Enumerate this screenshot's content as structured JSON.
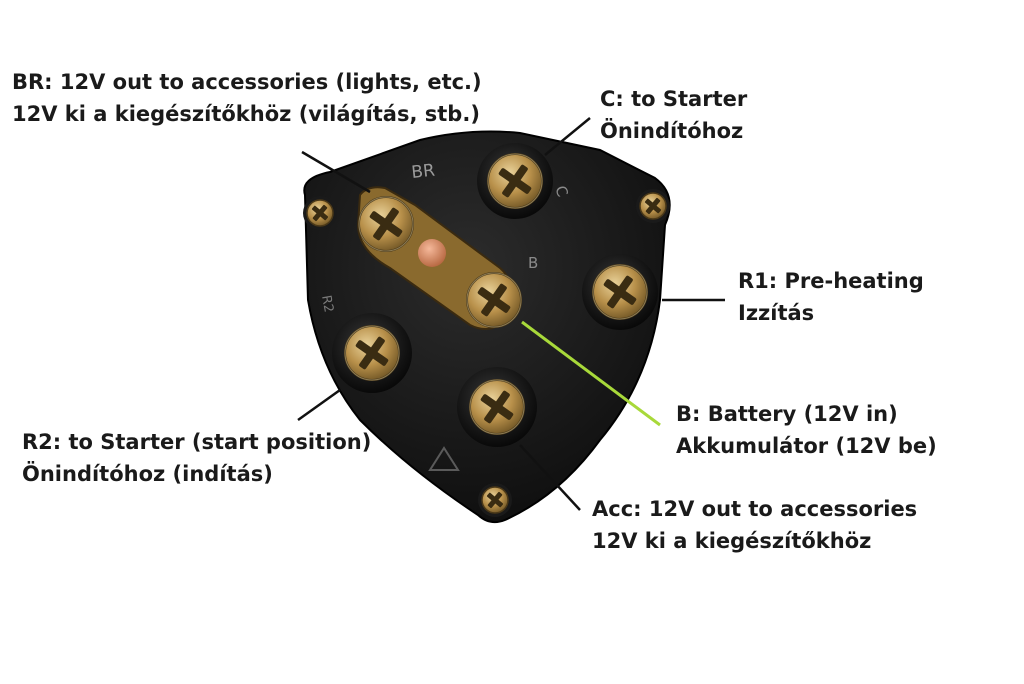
{
  "terminals": {
    "br": {
      "line1": "BR: 12V out to accessories (lights, etc.)",
      "line2": "12V ki a kiegészítőkhöz (világítás, stb.)",
      "mark": "BR"
    },
    "c": {
      "line1": "C: to Starter",
      "line2": "Önindítóhoz",
      "mark": "C"
    },
    "r1": {
      "line1": "R1: Pre-heating",
      "line2": "Izzítás"
    },
    "b": {
      "line1": "B: Battery (12V in)",
      "line2": "Akkumulátor (12V be)",
      "mark": "B"
    },
    "r2": {
      "line1": "R2: to Starter (start position)",
      "line2": "Önindítóhoz (indítás)",
      "mark": "R2"
    },
    "acc": {
      "line1": "Acc: 12V out to accessories",
      "line2": "12V ki a kiegészítőkhöz"
    }
  },
  "colors": {
    "battery_line": "#a8d93a",
    "leader_line": "#111111",
    "housing": "#161616",
    "screw_brass": "#b8904a"
  }
}
